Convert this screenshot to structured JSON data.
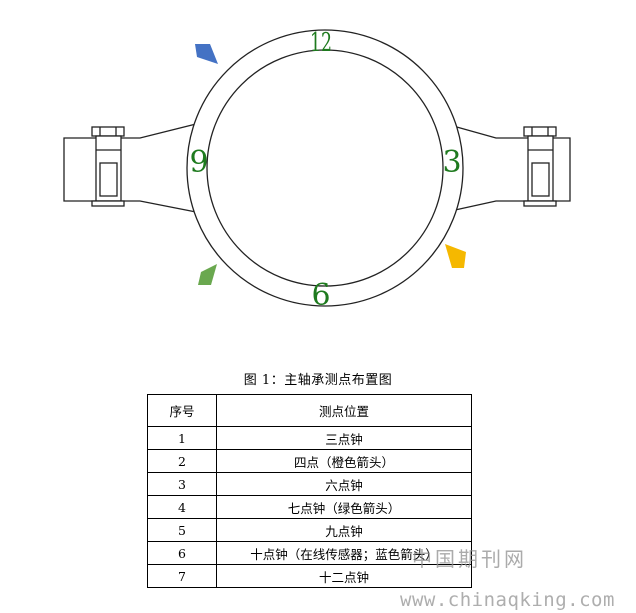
{
  "figure": {
    "clock_labels": [
      "12",
      "3",
      "6",
      "9"
    ],
    "arrow_colors": {
      "blue": "#4472c4",
      "orange": "#f5b800",
      "green": "#6aa84f"
    },
    "clock_label_color": "#1e7a1e"
  },
  "caption": "图 1：主轴承测点布置图",
  "table": {
    "headers": [
      "序号",
      "测点位置"
    ],
    "rows": [
      [
        "1",
        "三点钟"
      ],
      [
        "2",
        "四点（橙色箭头）"
      ],
      [
        "3",
        "六点钟"
      ],
      [
        "4",
        "七点钟（绿色箭头）"
      ],
      [
        "5",
        "九点钟"
      ],
      [
        "6",
        "十点钟（在线传感器；蓝色箭头）"
      ],
      [
        "7",
        "十二点钟"
      ]
    ]
  },
  "watermark": {
    "chinese": "中国期刊网",
    "url": "www.chinaqking.com"
  }
}
